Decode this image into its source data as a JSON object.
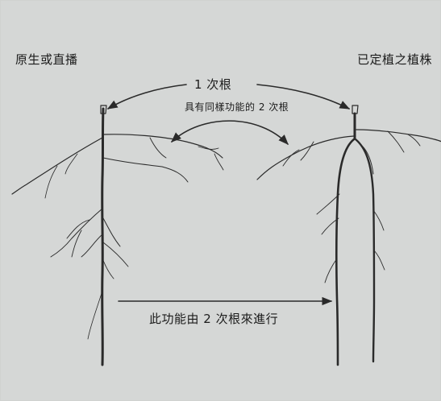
{
  "labels": {
    "left_title": "原生或直播",
    "right_title": "已定植之植株",
    "primary_root": "1 次根",
    "secondary_root_same_function": "具有同樣功能的 2 次根",
    "function_by_secondary": "此功能由 2 次根來進行"
  },
  "colors": {
    "background": "#d5d7d6",
    "ink": "#2a2a2a"
  }
}
